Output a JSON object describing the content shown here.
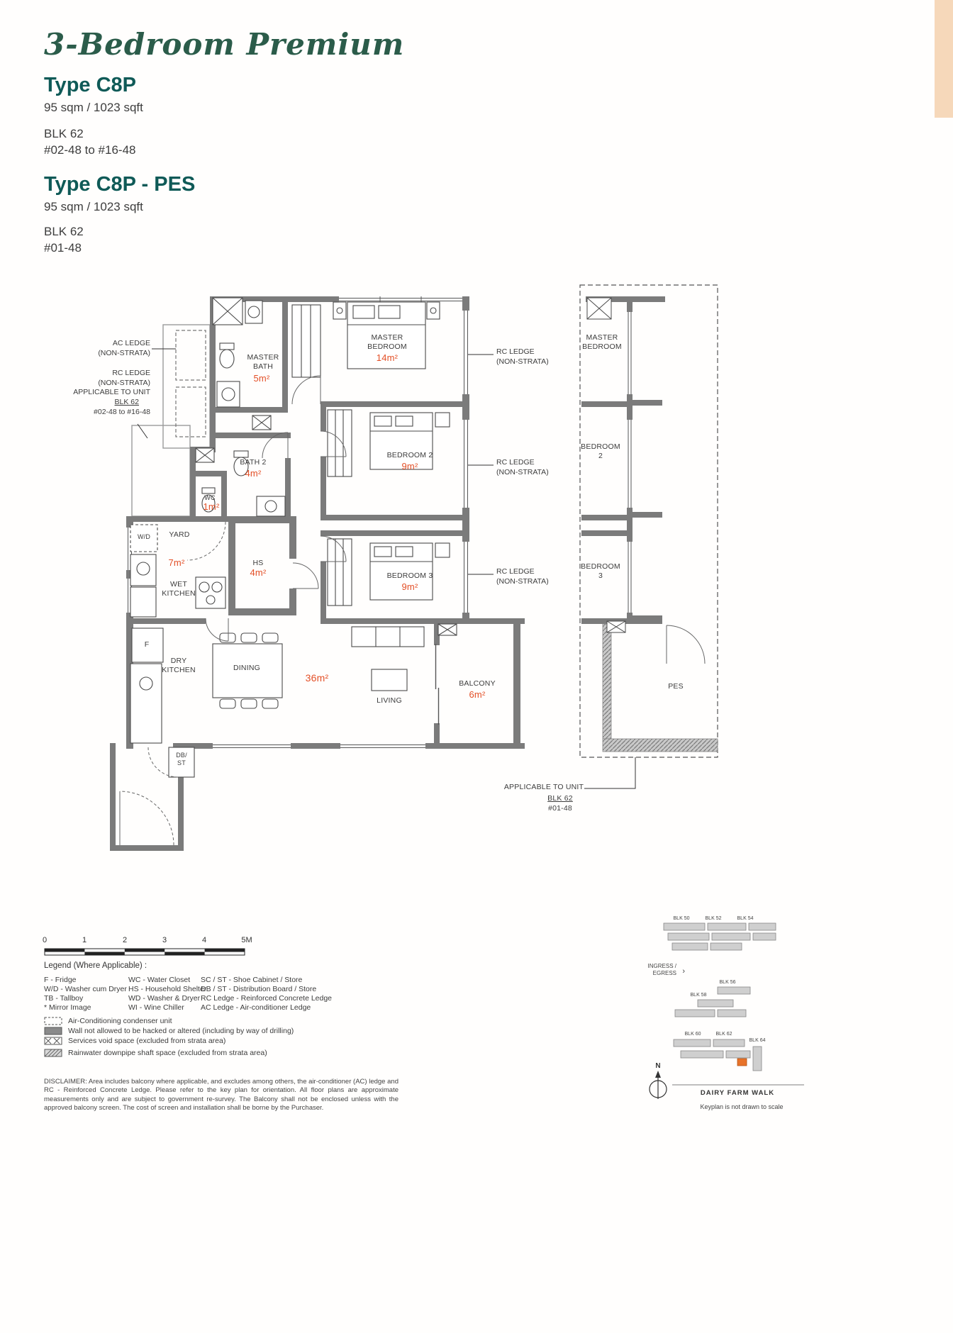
{
  "header": {
    "title": "3-Bedroom Premium",
    "type1": {
      "name": "Type C8P",
      "size": "95 sqm / 1023 sqft",
      "blk": "BLK 62",
      "units": "#02-48 to #16-48"
    },
    "type2": {
      "name": "Type C8P - PES",
      "size": "95 sqm / 1023 sqft",
      "blk": "BLK 62",
      "units": "#01-48"
    }
  },
  "plan": {
    "rooms": {
      "master_bath": "MASTER\nBATH",
      "master_bath_area": "5m²",
      "master_bedroom": "MASTER\nBEDROOM",
      "master_bedroom_area": "14m²",
      "bedroom2": "BEDROOM 2",
      "bedroom2_area": "9m²",
      "bedroom3": "BEDROOM 3",
      "bedroom3_area": "9m²",
      "bath2": "BATH 2",
      "bath2_area": "4m²",
      "wc": "WC",
      "wc_area": "1m²",
      "yard": "YARD",
      "yard_area": "7m²",
      "wd": "W/D",
      "hs": "HS",
      "hs_area": "4m²",
      "wet_kitchen": "WET\nKITCHEN",
      "fridge": "F",
      "dry_kitchen": "DRY\nKITCHEN",
      "dining": "DINING",
      "living": "LIVING",
      "living_dining_area": "36m²",
      "balcony": "BALCONY",
      "balcony_area": "6m²",
      "dbst": "DB/\nST"
    },
    "annotations": {
      "ac_ledge": "AC LEDGE\n(NON-STRATA)",
      "rc_ledge_left_l1": "RC LEDGE\n(NON-STRATA)\nAPPLICABLE TO UNIT",
      "rc_ledge_left_blk": "BLK 62",
      "rc_ledge_left_units": "#02-48 to #16-48",
      "rc_ledge_right": "RC LEDGE\n(NON-STRATA)"
    },
    "pes": {
      "master_bedroom": "MASTER\nBEDROOM",
      "bedroom2": "BEDROOM\n2",
      "bedroom3": "BEDROOM\n3",
      "pes": "PES",
      "applicable": "APPLICABLE TO UNIT",
      "blk": "BLK 62",
      "units": "#01-48"
    }
  },
  "scalebar": {
    "labels": [
      "0",
      "1",
      "2",
      "3",
      "4",
      "5M"
    ]
  },
  "legend": {
    "title": "Legend (Where Applicable) :",
    "col1": [
      "F - Fridge",
      "W/D - Washer cum Dryer",
      "TB - Tallboy",
      "* Mirror Image"
    ],
    "col2": [
      "WC - Water Closet",
      "HS - Household Shelter",
      "WD - Washer & Dryer",
      "WI - Wine Chiller"
    ],
    "col3": [
      "SC / ST - Shoe Cabinet / Store",
      "DB / ST - Distribution Board / Store",
      "RC Ledge - Reinforced Concrete Ledge",
      "AC Ledge - Air-conditioner Ledge"
    ],
    "symbols": [
      "Air-Conditioning condenser unit",
      "Wall not allowed to be hacked or altered (including by way of drilling)",
      "Services void space (excluded from strata area)",
      "Rainwater downpipe shaft space (excluded from strata area)"
    ]
  },
  "disclaimer": "DISCLAIMER: Area includes balcony where applicable, and excludes among others, the air-conditioner (AC) ledge and RC - Reinforced Concrete Ledge. Please refer to the key plan for orientation. All floor plans are approximate measurements only and are subject to government re-survey. The Balcony shall not be enclosed unless with the approved balcony screen. The cost of screen and installation shall be borne by the Purchaser.",
  "keyplan": {
    "blocks": [
      "BLK 50",
      "BLK 52",
      "BLK 54",
      "BLK 56",
      "BLK 58",
      "BLK 60",
      "BLK 62",
      "BLK 64"
    ],
    "ingress": "INGRESS /\nEGRESS",
    "ingress_arrow": "›",
    "road": "DAIRY FARM WALK",
    "note": "Keyplan is not drawn to scale",
    "north": "N"
  },
  "colors": {
    "title_green": "#2b5c4a",
    "type_teal": "#0f5a57",
    "area_red": "#e34f26",
    "wall_gray": "#7b7b7b",
    "accent_peach": "#f6d8ba",
    "highlight_unit_orange": "#e8732a"
  }
}
